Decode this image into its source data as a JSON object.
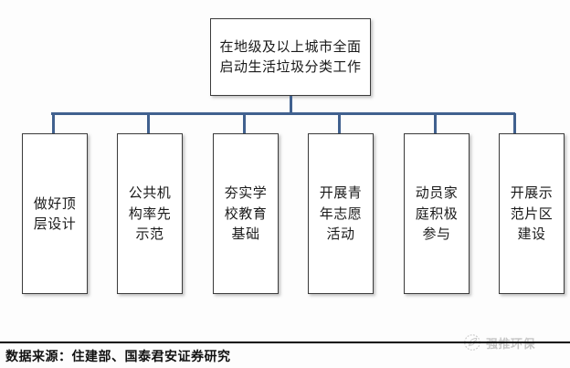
{
  "diagram": {
    "root": {
      "label": "在地级及以上城市全面启动生活垃圾分类工作"
    },
    "leaves": [
      {
        "label": "做好顶层设计"
      },
      {
        "label": "公共机构率先示范"
      },
      {
        "label": "夯实学校教育基础"
      },
      {
        "label": "开展青年志愿活动"
      },
      {
        "label": "动员家庭积极参与"
      },
      {
        "label": "开展示范片区建设"
      }
    ],
    "connector_color": "#41618f",
    "box_border_color": "#3b3b3b",
    "box_fill_color": "#ffffff"
  },
  "footer": {
    "source": "数据来源：住建部、国泰君安证券研究"
  },
  "watermark": {
    "text": "强推环保",
    "logo_icon": "leaf-circle-icon"
  }
}
